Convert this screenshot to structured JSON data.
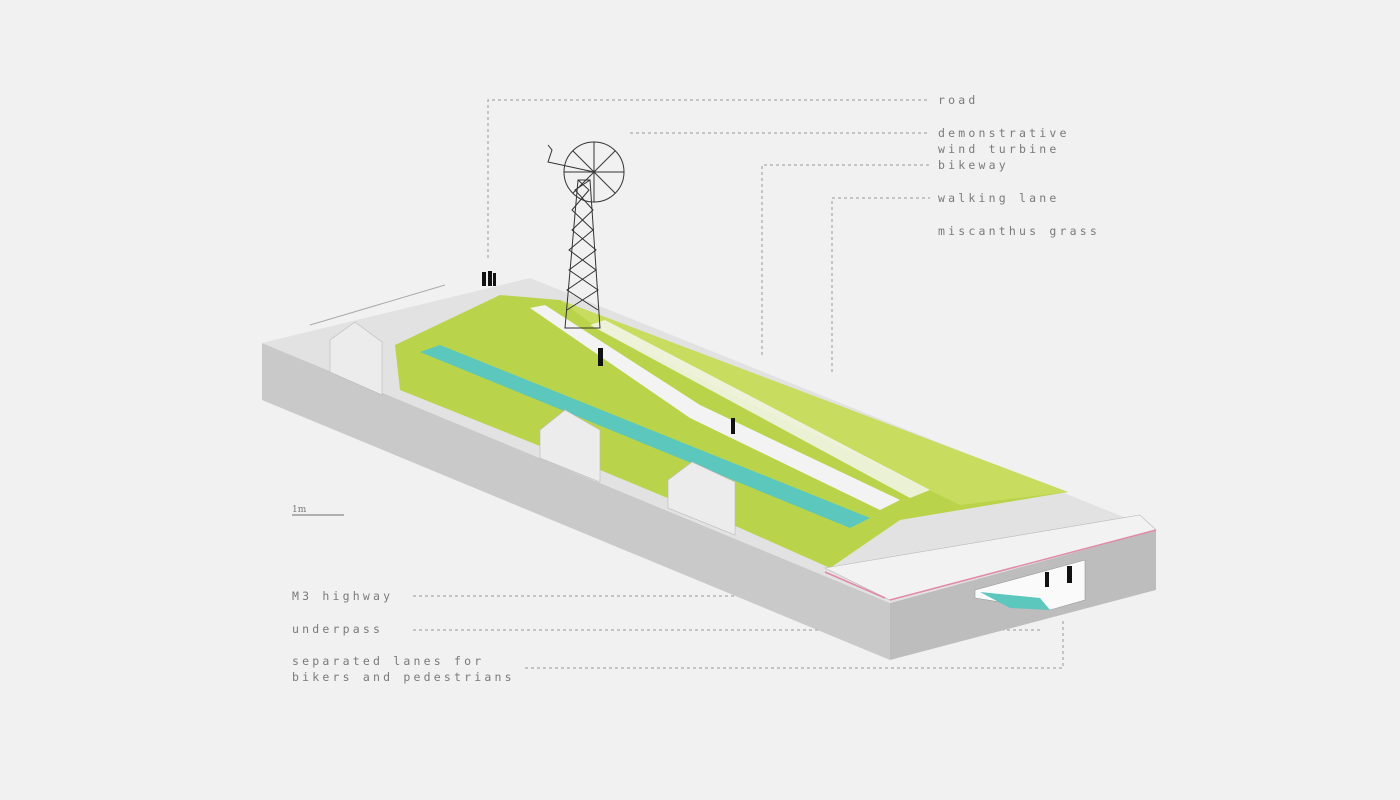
{
  "labels_right": [
    {
      "id": "road",
      "text": "road"
    },
    {
      "id": "turbine",
      "text": "demonstrative\nwind turbine"
    },
    {
      "id": "bikeway",
      "text": "bikeway"
    },
    {
      "id": "walking",
      "text": "walking lane"
    },
    {
      "id": "grass",
      "text": "miscanthus grass"
    }
  ],
  "labels_left": [
    {
      "id": "highway",
      "text": "M3 highway"
    },
    {
      "id": "underpass",
      "text": "underpass"
    },
    {
      "id": "lanes",
      "text": "separated lanes for\nbikers and pedestrians"
    }
  ],
  "scale_bar": "1m",
  "colors": {
    "grass": "#b9d44a",
    "water": "#5cc7bd",
    "concrete": "#d2d2d2",
    "accent": "#e28aa6"
  }
}
